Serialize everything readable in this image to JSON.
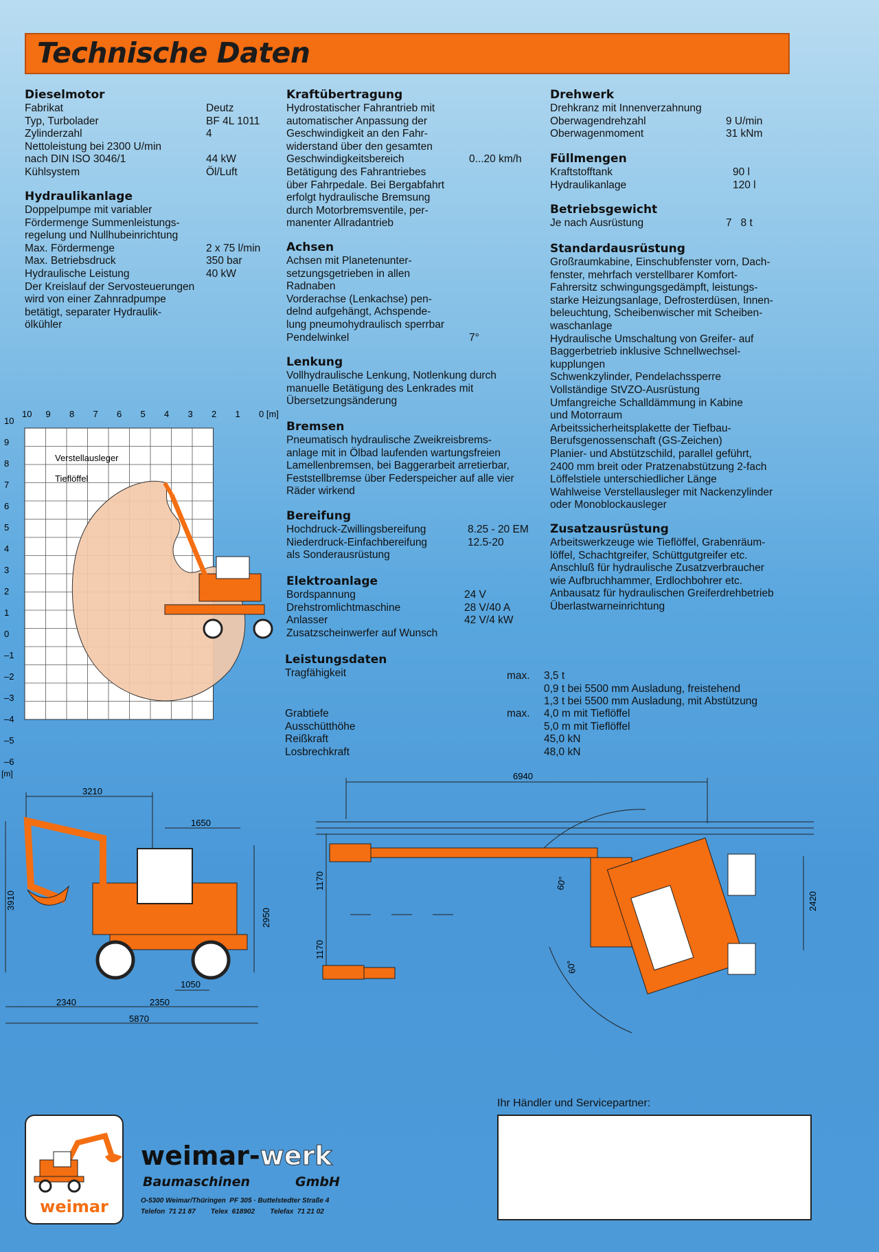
{
  "title": "Technische Daten",
  "dieselmotor": {
    "heading": "Dieselmotor",
    "rows": [
      {
        "label": "Fabrikat",
        "value": "Deutz"
      },
      {
        "label": "Typ, Turbolader",
        "value": "BF 4L 1011"
      },
      {
        "label": "Zylinderzahl",
        "value": "4"
      },
      {
        "label": "Nettoleistung bei 2300 U/min",
        "value": ""
      },
      {
        "label": "nach DIN ISO 3046/1",
        "value": "44 kW"
      },
      {
        "label": "Kühlsystem",
        "value": "Öl/Luft"
      }
    ]
  },
  "hydraulik": {
    "heading": "Hydraulikanlage",
    "rows": [
      {
        "label": "Doppelpumpe mit variabler",
        "value": ""
      },
      {
        "label": "Fördermenge Summenleistungs-",
        "value": ""
      },
      {
        "label": "regelung und Nullhubeinrichtung",
        "value": ""
      },
      {
        "label": "Max. Fördermenge",
        "value": "2 x 75 l/min"
      },
      {
        "label": "Max. Betriebsdruck",
        "value": "350 bar"
      },
      {
        "label": "Hydraulische Leistung",
        "value": "40 kW"
      },
      {
        "label": "Der Kreislauf der Servosteuerungen",
        "value": ""
      },
      {
        "label": "wird von einer Zahnradpumpe",
        "value": ""
      },
      {
        "label": "betätigt, separater Hydraulik-",
        "value": ""
      },
      {
        "label": "ölkühler",
        "value": ""
      }
    ]
  },
  "kraft": {
    "heading": "Kraftübertragung",
    "rows": [
      {
        "label": "Hydrostatischer Fahrantrieb mit",
        "value": ""
      },
      {
        "label": "automatischer Anpassung der",
        "value": ""
      },
      {
        "label": "Geschwindigkeit an den Fahr-",
        "value": ""
      },
      {
        "label": "widerstand über den gesamten",
        "value": ""
      },
      {
        "label": "Geschwindigkeitsbereich",
        "value": "0...20 km/h"
      },
      {
        "label": "Betätigung des Fahrantriebes",
        "value": ""
      },
      {
        "label": "über Fahrpedale. Bei Bergabfahrt",
        "value": ""
      },
      {
        "label": "erfolgt hydraulische Bremsung",
        "value": ""
      },
      {
        "label": "durch Motorbremsventile, per-",
        "value": ""
      },
      {
        "label": "manenter Allradantrieb",
        "value": ""
      }
    ]
  },
  "achsen": {
    "heading": "Achsen",
    "rows": [
      {
        "label": "Achsen mit Planetenunter-",
        "value": ""
      },
      {
        "label": "setzungsgetrieben in allen",
        "value": ""
      },
      {
        "label": "Radnaben",
        "value": ""
      },
      {
        "label": "Vorderachse (Lenkachse) pen-",
        "value": ""
      },
      {
        "label": "delnd aufgehängt, Achspende-",
        "value": ""
      },
      {
        "label": "lung pneumohydraulisch sperrbar",
        "value": ""
      },
      {
        "label": "Pendelwinkel",
        "value": "7°"
      }
    ]
  },
  "lenkung": {
    "heading": "Lenkung",
    "text": "Vollhydraulische Lenkung, Notlenkung durch\nmanuelle Betätigung des Lenkrades mit\nÜbersetzungsänderung"
  },
  "bremsen": {
    "heading": "Bremsen",
    "text": "Pneumatisch hydraulische Zweikreisbrems-\nanlage mit in Ölbad laufenden wartungsfreien\nLamellenbremsen, bei Baggerarbeit arretierbar,\nFeststellbremse über Federspeicher auf alle vier\nRäder wirkend"
  },
  "bereifung": {
    "heading": "Bereifung",
    "rows": [
      {
        "label": "Hochdruck-Zwillingsbereifung",
        "value": "8.25 - 20 EM"
      },
      {
        "label": "Niederdruck-Einfachbereifung",
        "value": "12.5-20"
      },
      {
        "label": "als Sonderausrüstung",
        "value": ""
      }
    ]
  },
  "elektro": {
    "heading": "Elektroanlage",
    "rows": [
      {
        "label": "Bordspannung",
        "value": "24 V"
      },
      {
        "label": "Drehstromlichtmaschine",
        "value": "28 V/40 A"
      },
      {
        "label": "Anlasser",
        "value": "42 V/4 kW"
      },
      {
        "label": "Zusatzscheinwerfer auf Wunsch",
        "value": ""
      }
    ]
  },
  "drehwerk": {
    "heading": "Drehwerk",
    "rows": [
      {
        "label": "Drehkranz mit Innenverzahnung",
        "value": ""
      },
      {
        "label": "Oberwagendrehzahl",
        "value": "9 U/min"
      },
      {
        "label": "Oberwagenmoment",
        "value": "31 kNm"
      }
    ]
  },
  "fuell": {
    "heading": "Füllmengen",
    "rows": [
      {
        "label": "Kraftstofftank",
        "value": "90 l"
      },
      {
        "label": "Hydraulikanlage",
        "value": "120 l"
      }
    ]
  },
  "gewicht": {
    "heading": "Betriebsgewicht",
    "rows": [
      {
        "label": "Je nach Ausrüstung",
        "value": "7   8 t"
      }
    ]
  },
  "standard": {
    "heading": "Standardausrüstung",
    "text": "Großraumkabine, Einschubfenster vorn, Dach-\nfenster, mehrfach verstellbarer Komfort-\nFahrersitz schwingungsgedämpft, leistungs-\nstarke Heizungsanlage, Defrosterdüsen, Innen-\nbeleuchtung, Scheibenwischer mit Scheiben-\nwaschanlage\nHydraulische Umschaltung von Greifer- auf\nBaggerbetrieb inklusive Schnellwechsel-\nkupplungen\nSchwenkzylinder, Pendelachssperre\nVollständige StVZO-Ausrüstung\nUmfangreiche Schalldämmung in Kabine\nund Motorraum\nArbeitssicherheitsplakette der Tiefbau-\nBerufsgenossenschaft (GS-Zeichen)\nPlanier- und Abstützschild, parallel geführt,\n2400 mm breit oder Pratzenabstützung 2-fach\nLöffelstiele unterschiedlicher Länge\nWahlweise Verstellausleger mit Nackenzylinder\noder Monoblockausleger"
  },
  "zusatz": {
    "heading": "Zusatzausrüstung",
    "text": "Arbeitswerkzeuge wie Tieflöffel, Grabenräum-\nlöffel, Schachtgreifer, Schüttgutgreifer etc.\nAnschluß für hydraulische Zusatzverbraucher\nwie Aufbruchhammer, Erdlochbohrer etc.\nAnbausatz für hydraulischen Greiferdrehbetrieb\nÜberlastwarneinrichtung"
  },
  "leistung": {
    "heading": "Leistungsdaten",
    "tragfaehigkeit_label": "Tragfähigkeit",
    "max1": "max.",
    "trag_values": "3,5 t\n0,9 t bei 5500 mm Ausladung, freistehend\n1,3 t bei 5500 mm Ausladung, mit Abstützung",
    "labels2": "Grabtiefe\nAusschütthöhe\nReißkraft\nLosbrechkraft",
    "max2": "max.",
    "values2": "4,0 m mit Tieflöffel\n5,0 m mit Tieflöffel\n45,0 kN\n48,0 kN"
  },
  "diagram": {
    "xticks": [
      "10",
      "9",
      "8",
      "7",
      "6",
      "5",
      "4",
      "3",
      "2",
      "1",
      "0 [m]"
    ],
    "yticks": [
      "10",
      "9",
      "8",
      "7",
      "6",
      "5",
      "4",
      "3",
      "2",
      "1",
      "0",
      "–1",
      "–2",
      "–3",
      "–4",
      "–5",
      "–6"
    ],
    "yunit": "[m]",
    "label1": "Verstellausleger",
    "label2": "Tieflöffel"
  },
  "side_view": {
    "dims": [
      "3210",
      "1650",
      "3910",
      "2950",
      "1050",
      "2340",
      "2350",
      "5870"
    ]
  },
  "top_view": {
    "dims": [
      "6940",
      "1170",
      "1170",
      "2420",
      "60°",
      "60°"
    ]
  },
  "dealer": {
    "label": "Ihr Händler und Servicepartner:"
  },
  "company": {
    "logo_word": "weimar",
    "brand1": "weimar-",
    "brand2": "werk",
    "sub_left": "Baumaschinen",
    "sub_right": "GmbH",
    "addr1": "O-5300 Weimar/Thüringen  PF 305 · Buttelstedter Straße 4",
    "addr2": "Telefon  71 21 87        Telex  618902        Telefax  71 21 02"
  },
  "colors": {
    "orange": "#f46e12",
    "plume": "#f3c9aa"
  }
}
